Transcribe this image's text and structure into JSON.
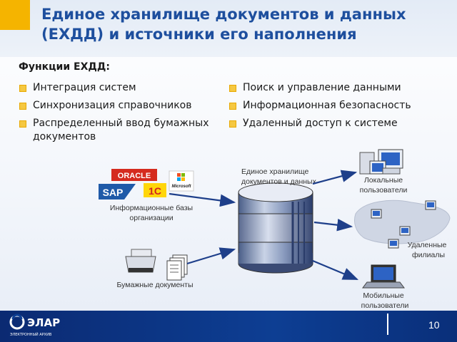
{
  "slide": {
    "title_line1": "Единое хранилище документов и данных",
    "title_line2": "(ЕХДД) и источники его наполнения",
    "functions_heading": "Функции ЕХДД:",
    "functions_left": [
      "Интеграция систем",
      "Синхронизация справочников",
      "Распределенный ввод бумажных документов"
    ],
    "functions_right": [
      "Поиск и управление данными",
      "Информационная безопасность",
      "Удаленный доступ к системе"
    ],
    "page_number": "10"
  },
  "diagram": {
    "storage_label": [
      "Единое хранилище",
      "документов и данных"
    ],
    "sources": {
      "logos": [
        "ORACLE",
        "SAP",
        "1С",
        "Microsoft"
      ],
      "info_bases_label": [
        "Информационные базы",
        "организации"
      ],
      "paper_label": "Бумажные документы"
    },
    "consumers": {
      "local_label": [
        "Локальные",
        "пользователи"
      ],
      "remote_label": [
        "Удаленные",
        "филиалы"
      ],
      "mobile_label": [
        "Мобильные",
        "пользователи"
      ]
    }
  },
  "footer": {
    "logo_text": "ЭЛАР",
    "logo_subtext": "ЭЛЕКТРОННЫЙ АРХИВ"
  },
  "colors": {
    "title": "#1e4f9e",
    "accent": "#f5b400",
    "footer": "#0d3e93",
    "arrow": "#1e3f8a"
  }
}
